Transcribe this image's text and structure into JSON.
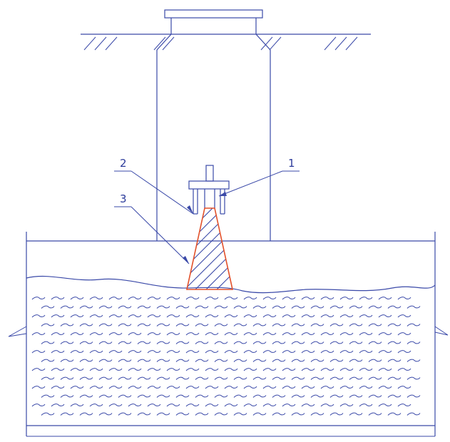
{
  "callouts": [
    {
      "id": "1",
      "label": "1"
    },
    {
      "id": "2",
      "label": "2"
    },
    {
      "id": "3",
      "label": "3"
    }
  ],
  "colors": {
    "line": "#3a49a8",
    "highlight": "#e2502a",
    "background": "#ffffff"
  }
}
